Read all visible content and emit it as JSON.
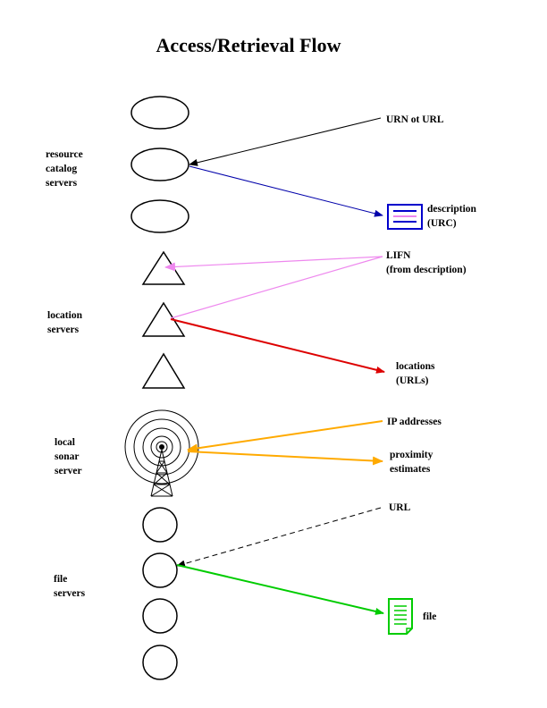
{
  "title": "Access/Retrieval Flow",
  "groups": {
    "resource_catalog": [
      "resource",
      "catalog",
      "servers"
    ],
    "location": [
      "location",
      "servers"
    ],
    "sonar": [
      "local",
      "sonar",
      "server"
    ],
    "file": [
      "file",
      "servers"
    ]
  },
  "items": {
    "urn": [
      "URN ot URL"
    ],
    "description": [
      "description",
      "(URC)"
    ],
    "lifn": [
      "LIFN",
      "(from description)"
    ],
    "locations": [
      "locations",
      "(URLs)"
    ],
    "ip": [
      "IP addresses"
    ],
    "proximity": [
      "proximity",
      "estimates"
    ],
    "url": [
      "URL"
    ],
    "file": [
      "file"
    ]
  },
  "colors": {
    "urn_arrow": "#000000",
    "description_arrow": "#0000aa",
    "description_icon": "#0000cc",
    "description_icon_middle": "#ee88ee",
    "lifn_arrow": "#ee88ee",
    "locations_arrow": "#dd0000",
    "sonar_arrow": "#ffaa00",
    "url_arrow": "#000000",
    "file_arrow": "#00cc00",
    "file_icon": "#00cc00"
  }
}
